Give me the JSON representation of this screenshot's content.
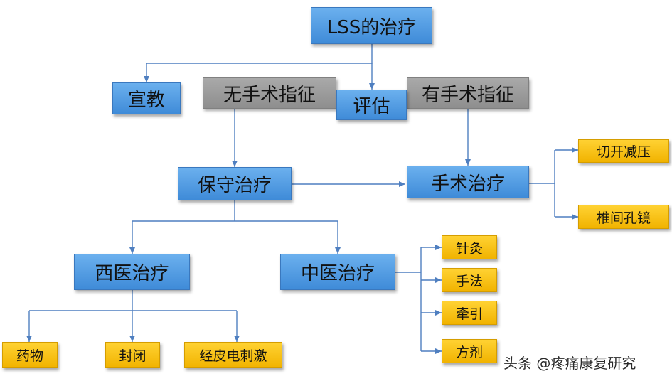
{
  "diagram": {
    "nodes": {
      "root": "LSS的治疗",
      "education": "宣教",
      "assessment": "评估",
      "no_surgery_indication": "无手术指征",
      "surgery_indication": "有手术指征",
      "conservative": "保守治疗",
      "surgical": "手术治疗",
      "decompression": "切开减压",
      "foraminoscopy": "椎间孔镜",
      "western": "西医治疗",
      "chinese": "中医治疗",
      "acupuncture": "针灸",
      "manipulation": "手法",
      "traction": "牵引",
      "prescription": "方剂",
      "drugs": "药物",
      "block": "封闭",
      "tens": "经皮电刺激"
    },
    "colors": {
      "blue_node": "#4a98e4",
      "gray_node": "#999999",
      "yellow_node": "#f5c000",
      "connector": "#4f7fc0"
    }
  },
  "watermark": "头条 @疼痛康复研究"
}
